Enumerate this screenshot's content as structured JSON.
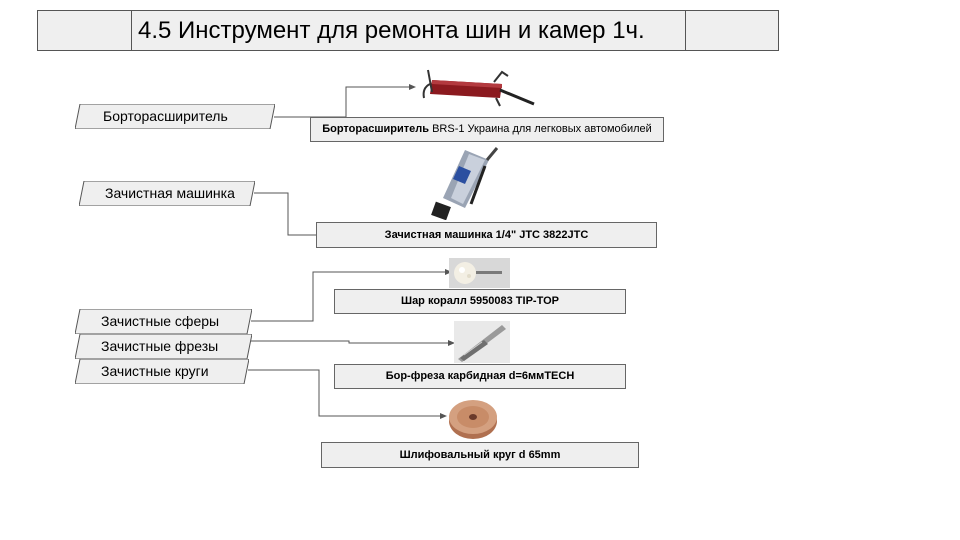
{
  "title": "4.5 Инструмент для ремонта шин и камер 1ч.",
  "labels": [
    "Борторасширитель",
    "Зачистная машинка",
    "Зачистные сферы",
    "Зачистные фрезы",
    "Зачистные круги"
  ],
  "captions": {
    "bead_spreader_bold": "Борторасширитель",
    "bead_spreader_rest": " BRS-1 Украина для легковых автомобилей",
    "grinder": "Зачистная машинка 1/4\" JTC 3822JTC",
    "ball": "Шар коралл 5950083 TIP-TOP",
    "cutter": "Бор-фреза карбидная d=6ммTECH",
    "wheel": "Шлифовальный круг d 65mm"
  },
  "colors": {
    "box_fill": "#efefef",
    "box_border": "#555555",
    "connector": "#555555"
  }
}
